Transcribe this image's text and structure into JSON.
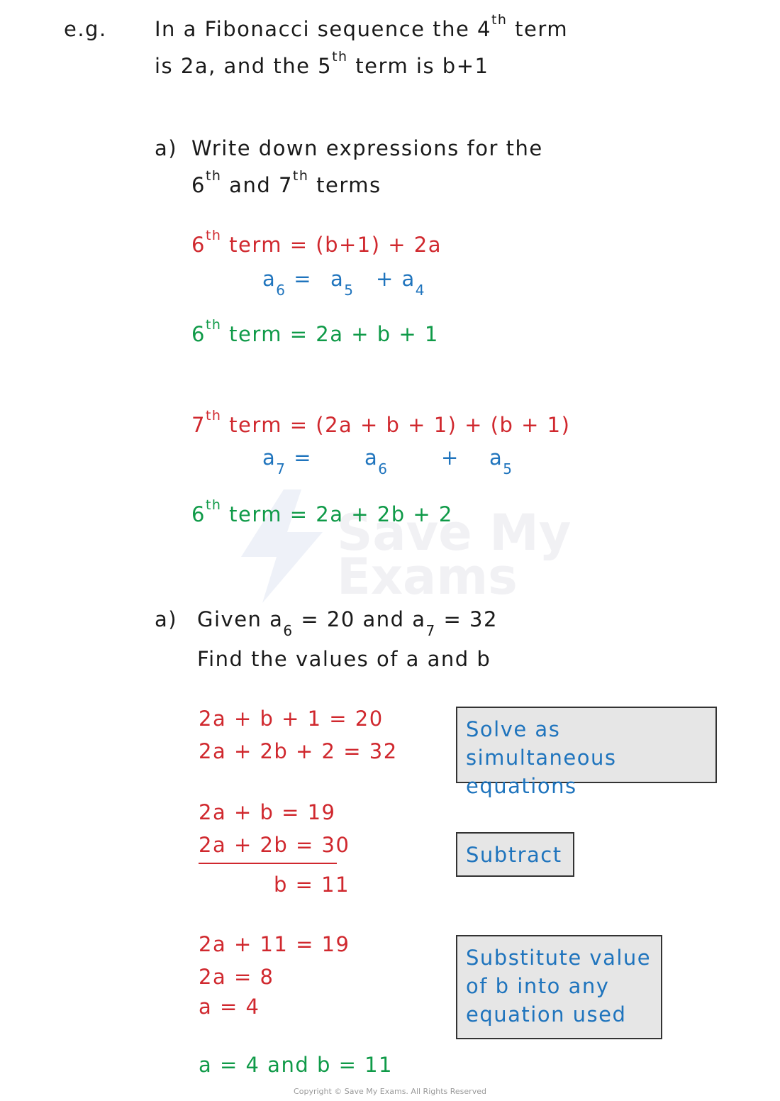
{
  "header": {
    "eg_label": "e.g.",
    "q_line1_pre": "In a Fibonacci sequence the 4",
    "q_line1_sup": "th",
    "q_line1_post": " term",
    "q_line2_pre": "is 2a, and the 5",
    "q_line2_sup": "th",
    "q_line2_post": " term is b+1"
  },
  "part_a": {
    "label": "a)",
    "line1": "Write down  expressions for the",
    "line2_n1": "6",
    "line2_sup1": "th",
    "line2_mid": " and 7",
    "line2_sup2": "th",
    "line2_post": " terms",
    "sixth_red_n": "6",
    "sixth_red_sup": "th",
    "sixth_red_rest": " term = (b+1) + 2a",
    "sixth_blue_a6": "a",
    "sixth_blue_s6": "6",
    "sixth_blue_eq": " =",
    "sixth_blue_a5": "a",
    "sixth_blue_s5": "5",
    "sixth_blue_plus": "+ a",
    "sixth_blue_s4": "4",
    "sixth_green_n": "6",
    "sixth_green_sup": "th",
    "sixth_green_rest": " term = 2a + b + 1",
    "seventh_red_n": "7",
    "seventh_red_sup": "th",
    "seventh_red_rest": " term = (2a + b + 1) + (b + 1)",
    "seventh_blue_a7": "a",
    "seventh_blue_s7": "7",
    "seventh_blue_eq": " =",
    "seventh_blue_a6": "a",
    "seventh_blue_s6": "6",
    "seventh_blue_plus": "+",
    "seventh_blue_a5": "a",
    "seventh_blue_s5": "5",
    "seventh_green_n": "6",
    "seventh_green_sup": "th",
    "seventh_green_rest": " term = 2a + 2b + 2"
  },
  "part_b": {
    "label": "a)",
    "given_pre": "Given a",
    "given_s6": "6",
    "given_mid": " = 20  and a",
    "given_s7": "7",
    "given_post": " = 32",
    "find": "Find the values of a and b",
    "eq1": "2a + b + 1 = 20",
    "eq2": "2a + 2b + 2 = 32",
    "simp1": "2a + b = 19",
    "simp2": "2a + 2b = 30",
    "result_b": "b = 11",
    "sub1": "2a + 11 = 19",
    "sub2": "2a = 8",
    "sub3": "a = 4",
    "final": "a = 4   and   b = 11"
  },
  "notes": {
    "box1_line1": "Solve as simultaneous",
    "box1_line2": "equations",
    "box2": "Subtract",
    "box3_line1": "Substitute value",
    "box3_line2": "of b into any",
    "box3_line3": "equation  used"
  },
  "watermark": {
    "line1": "Save My",
    "line2": "Exams"
  },
  "footer": {
    "copyright": "Copyright © Save My Exams. All Rights Reserved"
  }
}
